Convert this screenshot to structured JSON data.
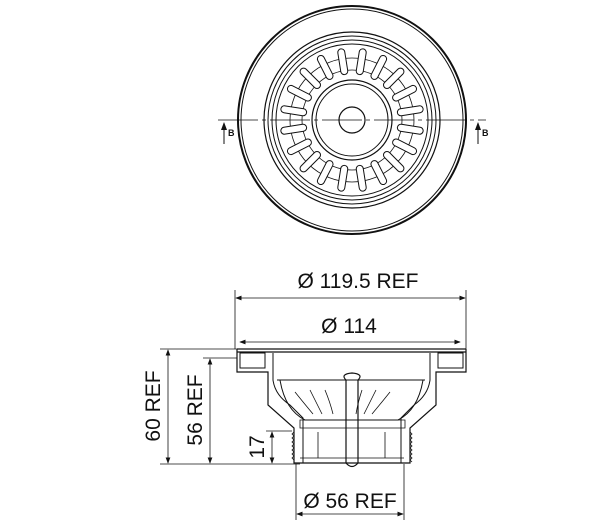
{
  "top_view": {
    "section_label_left": "B",
    "section_label_right": "B"
  },
  "side_view": {
    "dim_outer_diameter": "Ø 119.5 REF",
    "dim_rim_diameter": "Ø 114",
    "dim_total_height": "60 REF",
    "dim_body_height": "56 REF",
    "dim_thread_height": "17",
    "dim_outlet_diameter": "Ø 56 REF"
  },
  "colors": {
    "line": "#111111",
    "background": "#ffffff"
  }
}
